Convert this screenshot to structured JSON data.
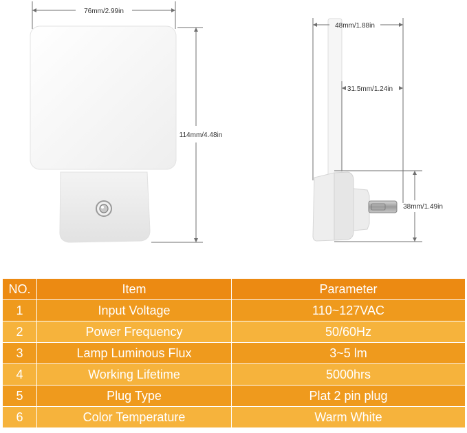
{
  "dimensions": {
    "front_width": "76mm/2.99in",
    "front_height": "114mm/4.48in",
    "side_depth_total": "48mm/1.88in",
    "side_depth_body": "31.5mm/1.24in",
    "side_plug_height": "38mm/1.49in"
  },
  "table": {
    "headers": [
      "NO.",
      "Item",
      "Parameter"
    ],
    "rows": [
      {
        "no": "1",
        "item": "Input Voltage",
        "parameter": "110~127VAC"
      },
      {
        "no": "2",
        "item": "Power Frequency",
        "parameter": "50/60Hz"
      },
      {
        "no": "3",
        "item": "Lamp Luminous Flux",
        "parameter": "3~5 lm"
      },
      {
        "no": "4",
        "item": "Working Lifetime",
        "parameter": "5000hrs"
      },
      {
        "no": "5",
        "item": "Plug Type",
        "parameter": "Plat 2 pin plug"
      },
      {
        "no": "6",
        "item": "Color Temperature",
        "parameter": "Warm White"
      }
    ]
  },
  "colors": {
    "header_bg": "#ec8a12",
    "row_odd_bg": "#ef9a1d",
    "row_even_bg": "#f6b33c",
    "text": "#ffffff"
  }
}
